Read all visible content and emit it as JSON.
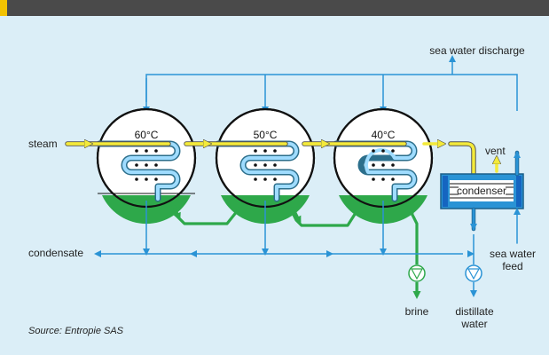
{
  "header": {
    "title": ""
  },
  "labels": {
    "sea_water_discharge": "sea water discharge",
    "steam": "steam",
    "condensate": "condensate",
    "vent": "vent",
    "condenser": "condenser",
    "sea_water_feed_1": "sea water",
    "sea_water_feed_2": "feed",
    "brine": "brine",
    "distillate_1": "distillate",
    "distillate_2": "water",
    "source": "Source: Entropie SAS"
  },
  "effects": [
    {
      "temperature": "60°C"
    },
    {
      "temperature": "50°C"
    },
    {
      "temperature": "40°C"
    }
  ],
  "colors": {
    "background": "#dbeef7",
    "seawater_line": "#2a93d5",
    "steam_line": "#f4ea3a",
    "brine_line": "#2ea84a",
    "header_bar": "#4a4a4a",
    "accent": "#f2c200"
  }
}
